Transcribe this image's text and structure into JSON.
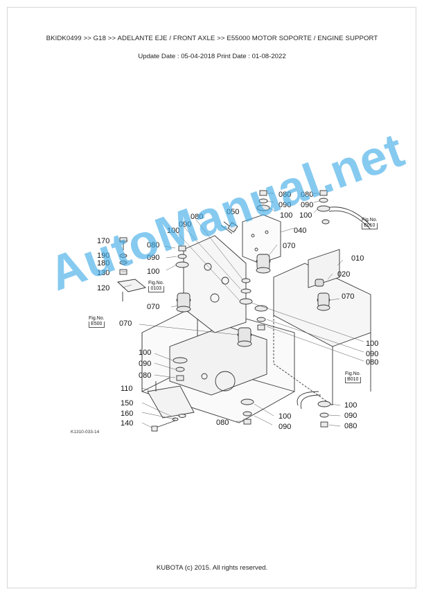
{
  "header": {
    "breadcrumb": "BKIDK0499 >> G18 >> ADELANTE EJE / FRONT AXLE >> E55000   MOTOR SOPORTE / ENGINE SUPPORT",
    "dates": "Update Date : 05-04-2018   Print Date : 01-08-2022"
  },
  "diagram": {
    "drawing_number": "K1310-033-14",
    "fig_refs": [
      {
        "label": "Fig.No.",
        "code": "B010"
      },
      {
        "label": "Fig.No.",
        "code": "0103"
      },
      {
        "label": "Fig.No.",
        "code": "E500"
      },
      {
        "label": "Fig.No.",
        "code": "B010"
      }
    ],
    "part_numbers": {
      "p080_top_a": "080",
      "p090_top_a": "090",
      "p100_top_a": "100",
      "p080_top_b": "080",
      "p090_top_b": "090",
      "p100_top_b": "100",
      "p050": "050",
      "p040": "040",
      "p070_upper": "070",
      "p080_mid": "080",
      "p090_mid": "090",
      "p100_mid": "100",
      "p170": "170",
      "p190": "190",
      "p180": "180",
      "p130": "130",
      "p120": "120",
      "p080_left": "080",
      "p090_left": "090",
      "p100_left": "100",
      "p010": "010",
      "p020": "020",
      "p070_right": "070",
      "p070_left": "070",
      "p070_center": "070",
      "p100_r": "100",
      "p090_r": "090",
      "p080_r": "080",
      "p100_low": "100",
      "p090_low": "090",
      "p080_low": "080",
      "p110": "110",
      "p150": "150",
      "p160": "160",
      "p140": "140",
      "p100_bc": "100",
      "p080_bc": "080",
      "p090_bc": "090",
      "p100_br": "100",
      "p090_br": "090",
      "p080_br": "080"
    }
  },
  "watermark": "AutoManual.net",
  "footer": {
    "copyright": "KUBOTA (c) 2015. All rights reserved."
  }
}
